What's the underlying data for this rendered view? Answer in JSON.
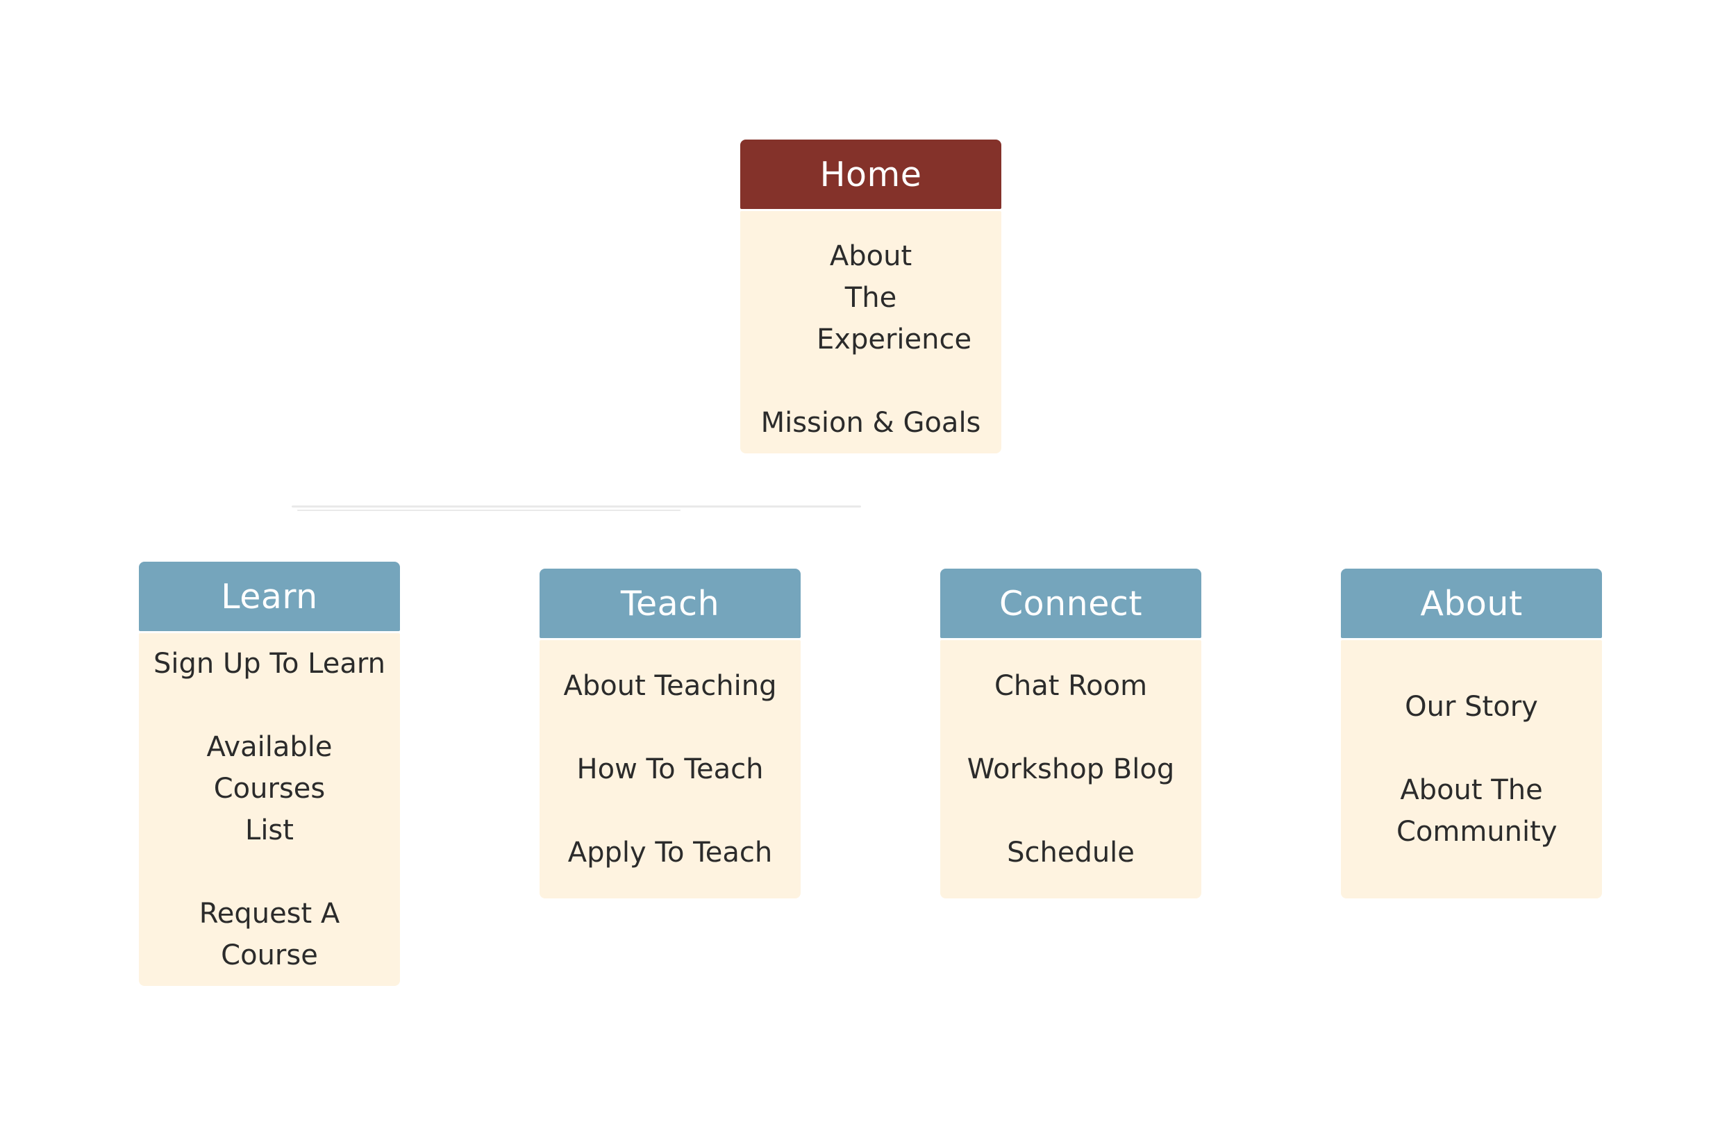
{
  "colors": {
    "root_header": "#84322a",
    "child_header": "#75a5bc",
    "body": "#fef3e0",
    "text": "#2b2b2b",
    "connector": "#e9e9e9"
  },
  "root": {
    "title": "Home",
    "items": [
      "About The Experience",
      "Mission & Goals"
    ]
  },
  "children": [
    {
      "title": "Learn",
      "items": [
        "Sign Up To Learn",
        "Available Courses List",
        "Request A Course"
      ]
    },
    {
      "title": "Teach",
      "items": [
        "About Teaching",
        "How To Teach",
        "Apply To Teach"
      ]
    },
    {
      "title": "Connect",
      "items": [
        "Chat Room",
        "Workshop Blog",
        "Schedule"
      ]
    },
    {
      "title": "About",
      "items": [
        "Our Story",
        "About The Community"
      ]
    }
  ]
}
